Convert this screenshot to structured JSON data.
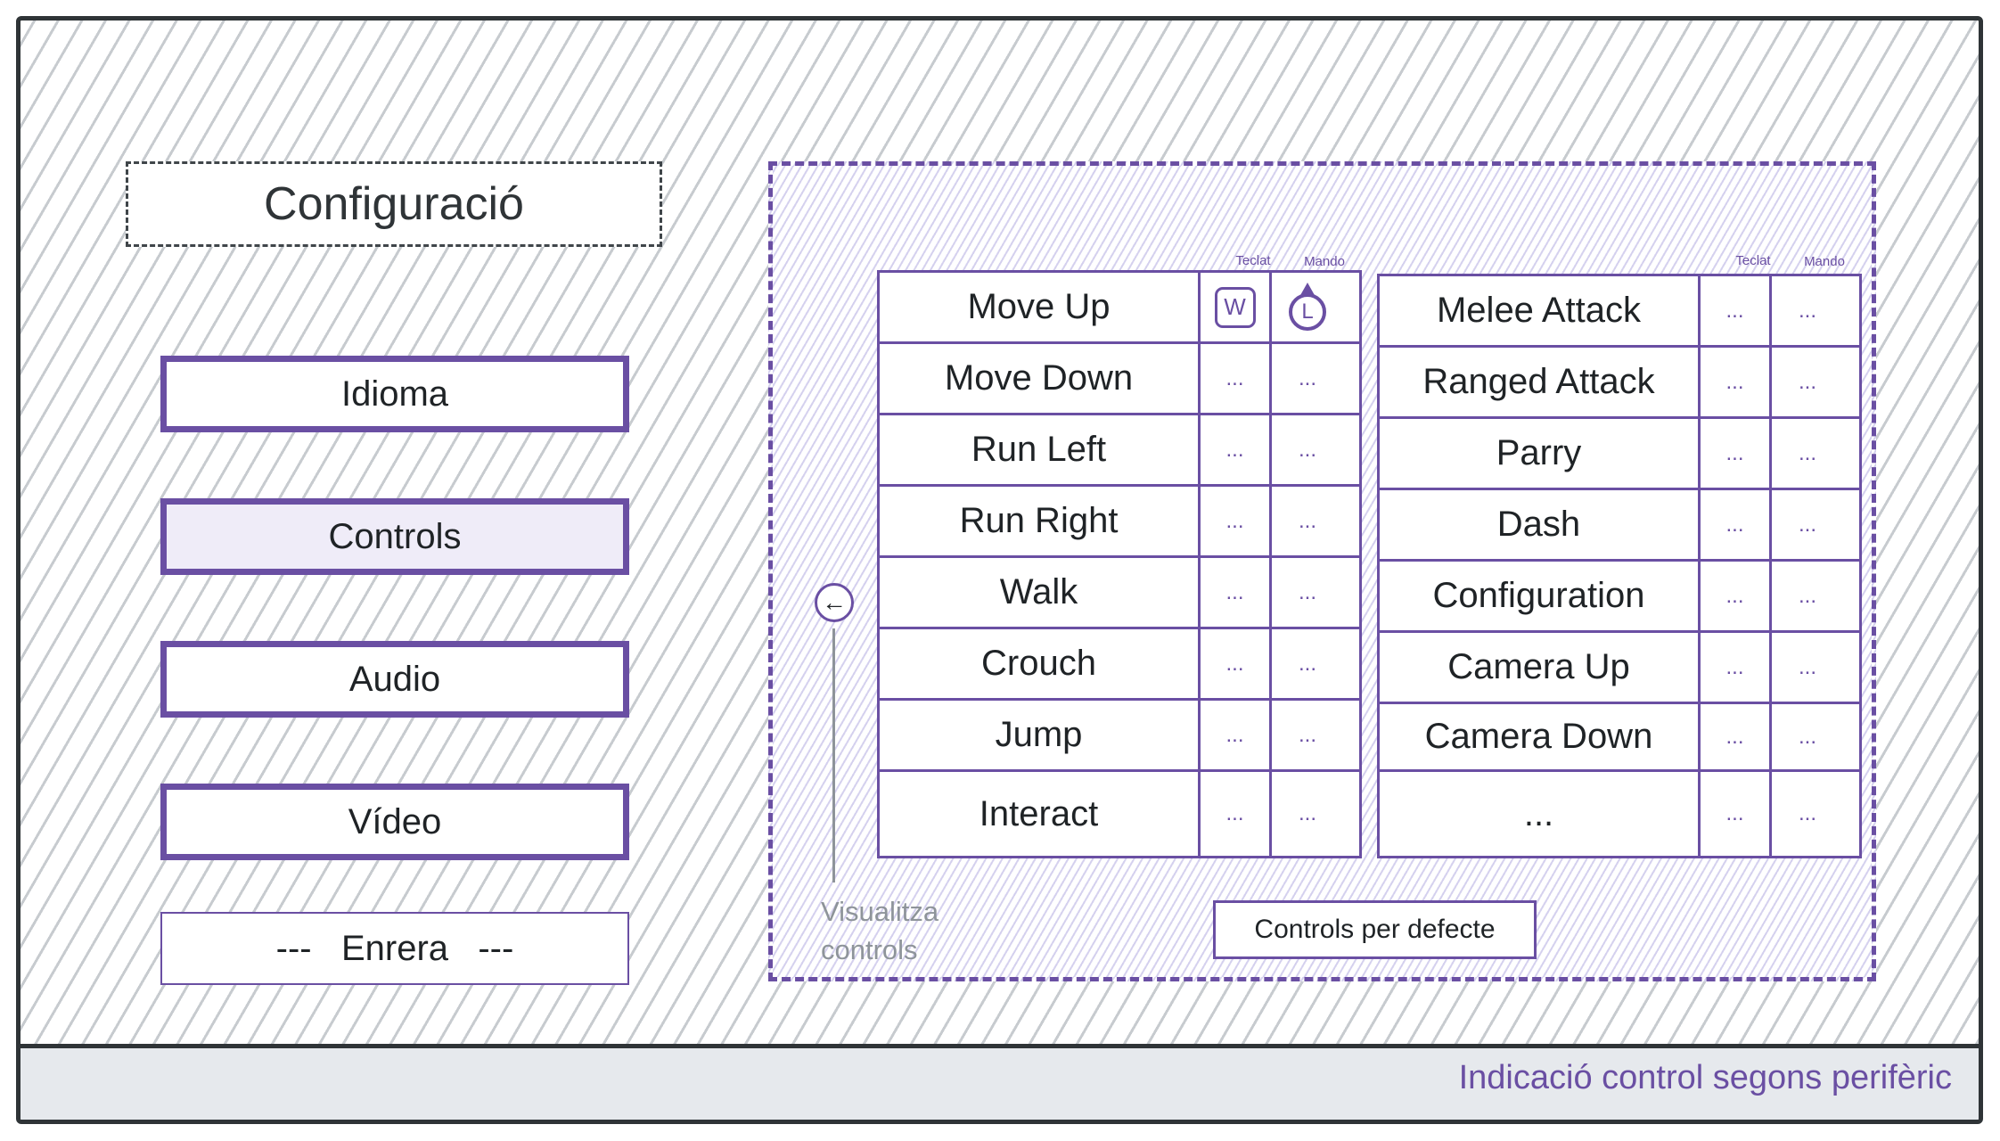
{
  "title": "Configuració",
  "menu": [
    {
      "label": "Idioma",
      "active": false
    },
    {
      "label": "Controls",
      "active": true
    },
    {
      "label": "Audio",
      "active": false
    },
    {
      "label": "Vídeo",
      "active": false
    }
  ],
  "back_label": "---   Enrera   ---",
  "headers": {
    "keyboard": "Teclat",
    "gamepad": "Mando"
  },
  "left_table": [
    {
      "action": "Move Up",
      "key": "W",
      "pad": "L"
    },
    {
      "action": "Move Down",
      "key": "...",
      "pad": "..."
    },
    {
      "action": "Run Left",
      "key": "...",
      "pad": "..."
    },
    {
      "action": "Run Right",
      "key": "...",
      "pad": "..."
    },
    {
      "action": "Walk",
      "key": "...",
      "pad": "..."
    },
    {
      "action": "Crouch",
      "key": "...",
      "pad": "..."
    },
    {
      "action": "Jump",
      "key": "...",
      "pad": "..."
    },
    {
      "action": "Interact",
      "key": "...",
      "pad": "..."
    }
  ],
  "right_table": [
    {
      "action": "Melee Attack",
      "key": "...",
      "pad": "..."
    },
    {
      "action": "Ranged Attack",
      "key": "...",
      "pad": "..."
    },
    {
      "action": "Parry",
      "key": "...",
      "pad": "..."
    },
    {
      "action": "Dash",
      "key": "...",
      "pad": "..."
    },
    {
      "action": "Configuration",
      "key": "...",
      "pad": "..."
    },
    {
      "action": "Camera Up",
      "key": "...",
      "pad": "..."
    },
    {
      "action": "Camera Down",
      "key": "...",
      "pad": "..."
    },
    {
      "action": "...",
      "key": "...",
      "pad": "..."
    }
  ],
  "toggle": {
    "arrow": "←",
    "label": "Visualitza controls"
  },
  "default_button": "Controls per defecte",
  "footer": "Indicació control segons perifèric",
  "colors": {
    "accent": "#6a4fa3",
    "active_bg": "#efecf8",
    "frame": "#2f3437",
    "footer_bg": "#e6e9ed"
  },
  "icons": {
    "w_key": "keyboard-w-key-icon",
    "left_stick": "left-stick-up-icon",
    "toggle": "arrow-left-icon"
  }
}
